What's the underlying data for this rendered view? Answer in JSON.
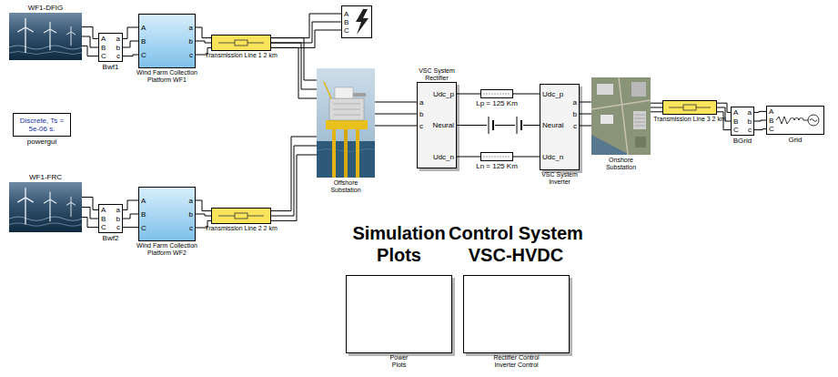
{
  "diagram": {
    "nodes": [
      {
        "text": [
          "WF1-DFIG"
        ]
      },
      {
        "text": [
          "Bwf1",
          "A",
          "B",
          "C",
          "a",
          "b",
          "c"
        ]
      },
      {
        "text": [
          "Wind Farm Collection Platform WF1",
          "A",
          "B",
          "C",
          "a",
          "b",
          "c"
        ]
      },
      {
        "text": [
          "Transmission Line 1 2 km"
        ]
      },
      {
        "text": [
          "A",
          "B",
          "C"
        ]
      },
      {
        "text": [
          "Offshore Substation"
        ]
      },
      {
        "text": [
          "VSC System Rectifier",
          "a",
          "b",
          "c",
          "Udc_p",
          "Neural",
          "Udc_n"
        ]
      },
      {
        "text": [
          "Lp = 125 Km"
        ]
      },
      {
        "text": [
          "Ln = 125 Km"
        ]
      },
      {
        "text": [
          "VSC System Inverter",
          "Udc_p",
          "Neural",
          "Udc_n",
          "a",
          "b",
          "c"
        ]
      },
      {
        "text": [
          "Onshore Substation"
        ]
      },
      {
        "text": [
          "Transmission Line 3 2 km"
        ]
      },
      {
        "text": [
          "BGrid",
          "A",
          "B",
          "C",
          "a",
          "b",
          "c"
        ]
      },
      {
        "text": [
          "Grid",
          "A",
          "B",
          "C"
        ]
      },
      {
        "text": [
          "Discrete, Ts = 5e-06 s.",
          "powergui"
        ]
      },
      {
        "text": [
          "WF1-FRC"
        ]
      },
      {
        "text": [
          "Bwf2",
          "A",
          "B",
          "C",
          "a",
          "b",
          "c"
        ]
      },
      {
        "text": [
          "Wind Farm Collection Platform WF2",
          "A",
          "B",
          "C",
          "a",
          "b",
          "c"
        ]
      },
      {
        "text": [
          "Transmission Line 2 2 km"
        ]
      },
      {
        "text": [
          "Power Plots"
        ]
      },
      {
        "text": [
          "Rectifier Control Inverter Control"
        ]
      }
    ],
    "edges": [
      {
        "from": 0,
        "to": 1,
        "arrow": "none"
      },
      {
        "from": 1,
        "to": 2,
        "arrow": "none"
      },
      {
        "from": 2,
        "to": 3,
        "arrow": "none"
      },
      {
        "from": 3,
        "to": 4,
        "arrow": "none"
      },
      {
        "from": 3,
        "to": 5,
        "arrow": "none"
      },
      {
        "from": 15,
        "to": 16,
        "arrow": "none"
      },
      {
        "from": 16,
        "to": 17,
        "arrow": "none"
      },
      {
        "from": 17,
        "to": 18,
        "arrow": "none"
      },
      {
        "from": 18,
        "to": 5,
        "arrow": "none"
      },
      {
        "from": 5,
        "to": 6,
        "arrow": "none"
      },
      {
        "from": 6,
        "to": 7,
        "arrow": "none"
      },
      {
        "from": 7,
        "to": 9,
        "arrow": "none"
      },
      {
        "from": 6,
        "to": 9,
        "arrow": "none"
      },
      {
        "from": 6,
        "to": 8,
        "arrow": "none"
      },
      {
        "from": 8,
        "to": 9,
        "arrow": "none"
      },
      {
        "from": 9,
        "to": 10,
        "arrow": "none"
      },
      {
        "from": 10,
        "to": 11,
        "arrow": "none"
      },
      {
        "from": 11,
        "to": 12,
        "arrow": "none"
      },
      {
        "from": 12,
        "to": 13,
        "arrow": "none"
      }
    ],
    "labels": [
      "Simulation Plots",
      "Control System VSC-HVDC"
    ]
  }
}
